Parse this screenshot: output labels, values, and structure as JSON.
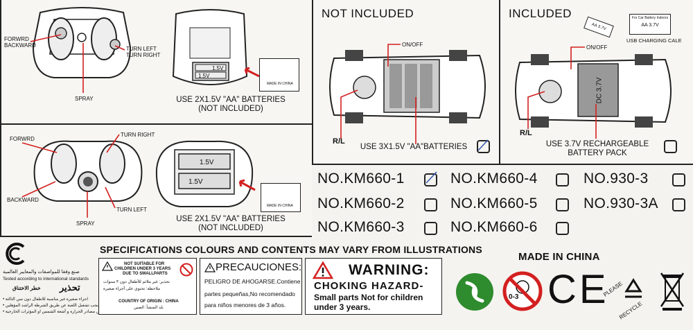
{
  "controller1": {
    "forward_backward": "FORWRD\nBACKWARD",
    "turn": "TURN LEFT\nTURN RIGHT",
    "spray": "SPRAY",
    "battery_1": "1.5V",
    "battery_2": "1.5V",
    "made_in_china": "MADE IN CHINA",
    "batteries_note": "USE 2X1.5V \"AA\" BATTERIES",
    "not_included": "(NOT INCLUDED)"
  },
  "controller2": {
    "forward": "FORWRD",
    "backward": "BACKWARD",
    "turn_right": "TURN RIGHT",
    "turn_left": "TURN LEFT",
    "spray": "SPRAY",
    "battery_1": "1.5V",
    "battery_2": "1.5V",
    "made_in_china": "MADE IN CHINA",
    "batteries_note": "USE 2X1.5V \"AA\" BATTERIES",
    "not_included": "(NOT INCLUDED)"
  },
  "not_included_panel": {
    "title": "NOT INCLUDED",
    "on_off": "ON/OFF",
    "rl": "R/L",
    "batteries": "USE 3X1.5V \"AA\"BATTERIES"
  },
  "included_panel": {
    "title": "INCLUDED",
    "on_off": "ON/OFF",
    "rl": "R/L",
    "battery_label": "DC 3.7V",
    "usb_label": "USB CHARGING CALE",
    "pack_1": "AA 3.7V",
    "pack_2": "AA 3.7V",
    "cable_tag": "For Car Battery Indoors",
    "battery_note_1": "USE 3.7V RECHARGEABLE",
    "battery_note_2": "BATTERY PACK"
  },
  "models": [
    {
      "label": "NO.KM660-1",
      "checked": true
    },
    {
      "label": "NO.KM660-4",
      "checked": false
    },
    {
      "label": "NO.930-3",
      "checked": false
    },
    {
      "label": "NO.KM660-2",
      "checked": false
    },
    {
      "label": "NO.KM660-5",
      "checked": false
    },
    {
      "label": "NO.930-3A",
      "checked": false
    },
    {
      "label": "NO.KM660-3",
      "checked": false
    },
    {
      "label": "NO.KM660-6",
      "checked": false
    }
  ],
  "specs_note": "SPECIFICATIONS COLOURS AND CONTENTS MAY VARY FROM ILLUSTRATIONS",
  "made_in_china": "MADE IN CHINA",
  "cert": {
    "arabic_1": "صنع وفقا للمواصفات والمعايير العالمية",
    "english": "Tested according to international standards",
    "warning_ar": "تحذير",
    "warning_ar_sub": "خطر الاختناق",
    "ar_line_1": "• اجزاء صغيرة غير مناسبة للاطفال دون سن الثالثة",
    "ar_line_2": "• يجب تشغيل اللعبة عن طريق الشرطة الراشد المؤهلين",
    "ar_line_3": "• تبعد عن مصادر الحرارة و أشعة الشمس او المؤثرات الخارجية"
  },
  "not_suitable": {
    "line_1": "NOT SUITABLE FOR",
    "line_2": "CHILDREN UNDER 3 YEARS",
    "line_3": "DUE TO SMALLPARTS",
    "ar_1": "تحذير: غير ملائم للأطفال دون ٣ سنوات",
    "ar_2": "ملاحظة: تحتوي على أجزاء صغيرة",
    "origin": "COUNTRY OF ORIGIN : CHINA",
    "origin_ar": "بلد المنشأ: الصين"
  },
  "precauciones": {
    "title": "PRECAUCIONES:",
    "text_1": "PELIGRO DE AHOGARSE.Contiene",
    "text_2": "partes pequeñas,No recomendado",
    "text_3": "para niños menores de 3 años."
  },
  "warning": {
    "title": "WARNING:",
    "subtitle": "CHOKING HAZARD-",
    "text_1": "Small parts Not for children",
    "text_2": "under 3 years."
  },
  "age_mark": "0-3",
  "ce_mark": "CE",
  "please_recycle": "PLEASE\nRECYCLE",
  "colors": {
    "accent": "#d32020",
    "green": "#2e8b2e",
    "ink": "#111111"
  }
}
